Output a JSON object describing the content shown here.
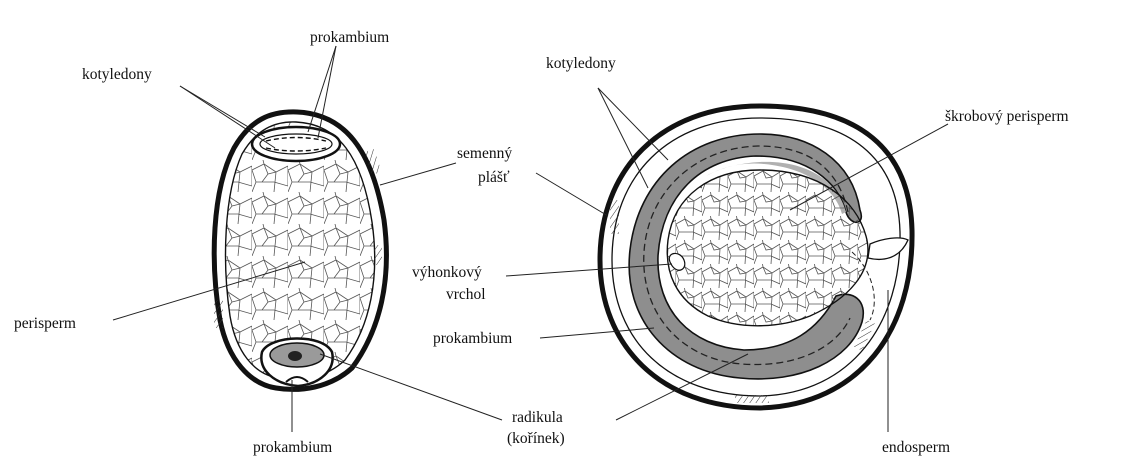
{
  "colors": {
    "ink": "#111111",
    "shade": "#8a8a8a",
    "light_shade": "#b5b5b5",
    "paper": "#ffffff"
  },
  "left_seed": {
    "labels": {
      "prokambium_top": "prokambium",
      "kotyledony": "kotyledony",
      "semenny_line1": "semenný",
      "semenny_line2": "plášť",
      "perisperm": "perisperm",
      "prokambium_bottom": "prokambium"
    }
  },
  "center": {
    "labels": {
      "radikula_line1": "radikula",
      "radikula_line2": "(kořínek)"
    }
  },
  "right_seed": {
    "labels": {
      "kotyledony": "kotyledony",
      "skrobovy_perisperm": "škrobový perisperm",
      "vyhonkovy_line1": "výhonkový",
      "vyhonkovy_line2": "vrchol",
      "prokambium": "prokambium",
      "endosperm": "endosperm"
    }
  }
}
